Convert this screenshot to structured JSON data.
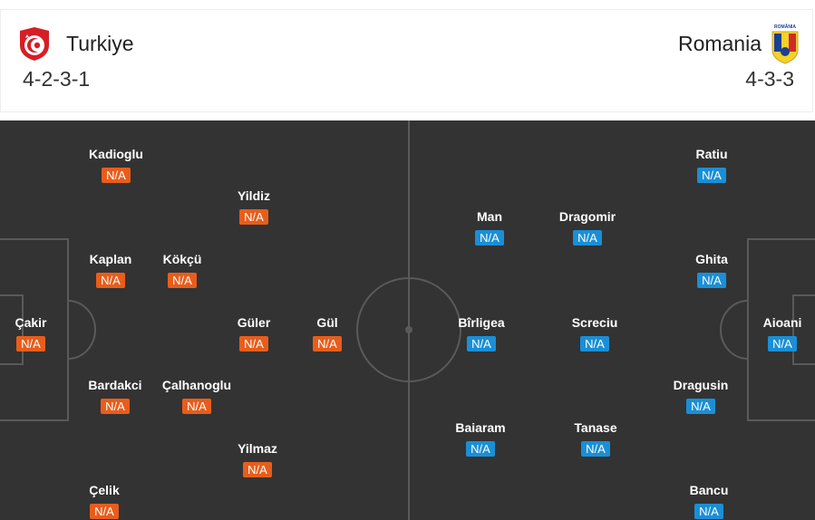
{
  "colors": {
    "home_badge": "#e85d1b",
    "away_badge": "#1a8fd6",
    "pitch": "#333333"
  },
  "home": {
    "name": "Turkiye",
    "formation": "4-2-3-1",
    "crest_icon": "turkey-football-federation-crest",
    "players": [
      {
        "name": "Kadioglu",
        "rating": "N/A"
      },
      {
        "name": "Yildiz",
        "rating": "N/A"
      },
      {
        "name": "Kaplan",
        "rating": "N/A"
      },
      {
        "name": "Kökçü",
        "rating": "N/A"
      },
      {
        "name": "Çakir",
        "rating": "N/A"
      },
      {
        "name": "Güler",
        "rating": "N/A"
      },
      {
        "name": "Gül",
        "rating": "N/A"
      },
      {
        "name": "Bardakci",
        "rating": "N/A"
      },
      {
        "name": "Çalhanoglu",
        "rating": "N/A"
      },
      {
        "name": "Yilmaz",
        "rating": "N/A"
      },
      {
        "name": "Çelik",
        "rating": "N/A"
      }
    ]
  },
  "away": {
    "name": "Romania",
    "formation": "4-3-3",
    "crest_icon": "romania-federation-crest",
    "crest_text": "ROMÂNIA",
    "players": [
      {
        "name": "Ratiu",
        "rating": "N/A"
      },
      {
        "name": "Man",
        "rating": "N/A"
      },
      {
        "name": "Dragomir",
        "rating": "N/A"
      },
      {
        "name": "Ghita",
        "rating": "N/A"
      },
      {
        "name": "Bîrligea",
        "rating": "N/A"
      },
      {
        "name": "Screciu",
        "rating": "N/A"
      },
      {
        "name": "Aioani",
        "rating": "N/A"
      },
      {
        "name": "Dragusin",
        "rating": "N/A"
      },
      {
        "name": "Baiaram",
        "rating": "N/A"
      },
      {
        "name": "Tanase",
        "rating": "N/A"
      },
      {
        "name": "Bancu",
        "rating": "N/A"
      }
    ]
  }
}
